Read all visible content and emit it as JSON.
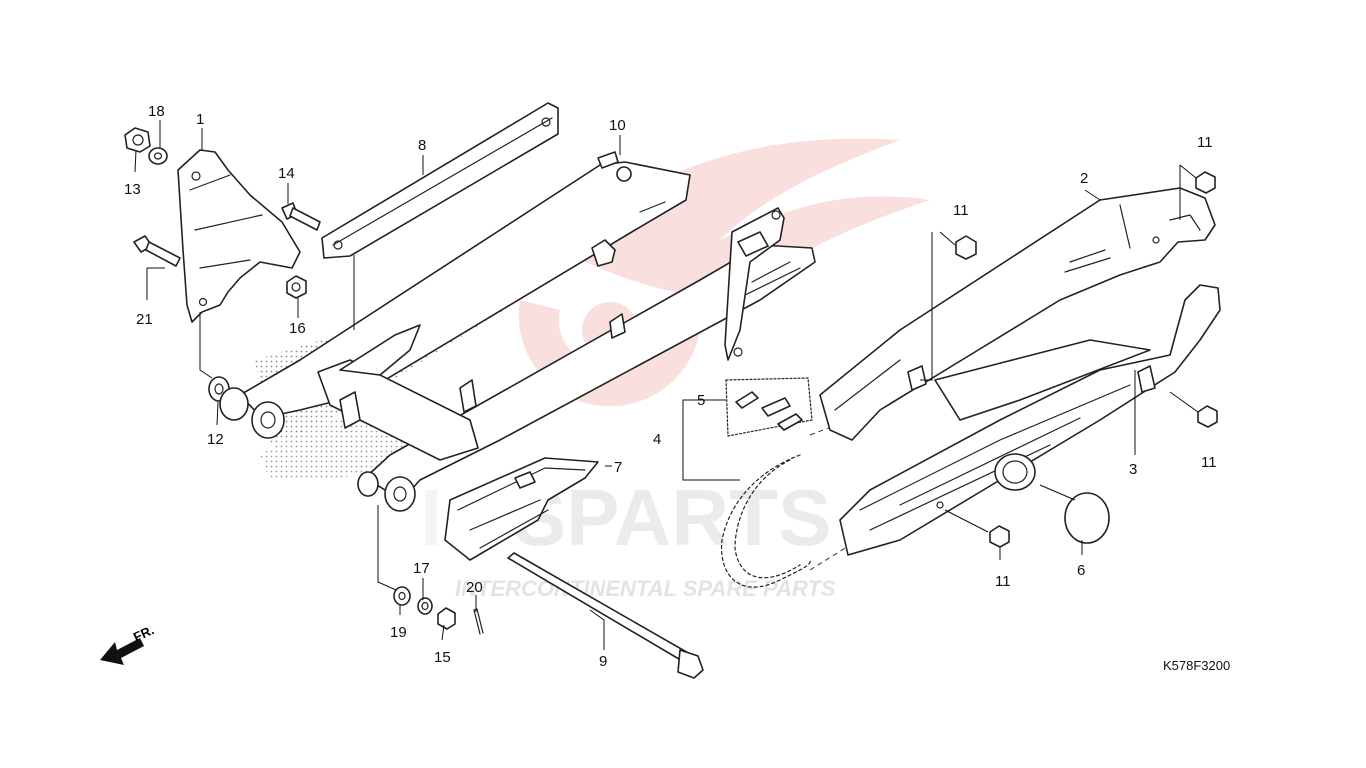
{
  "diagram": {
    "drawing_code": "K578F3200",
    "front_marker": "FR.",
    "watermark": {
      "brand_prefix": "I",
      "brand_main": "CSPARTS",
      "tagline": "INTERCONTINENTAL SPARE PARTS"
    },
    "colors": {
      "line": "#222222",
      "watermark_red": "#e23a3a",
      "watermark_grey": "#c8c8c8"
    },
    "callouts": {
      "p1": "1",
      "p2": "2",
      "p3": "3",
      "p4": "4",
      "p5": "5",
      "p6": "6",
      "p7": "7",
      "p8": "8",
      "p9": "9",
      "p10": "10",
      "p11a": "11",
      "p11b": "11",
      "p11c": "11",
      "p11d": "11",
      "p12": "12",
      "p13": "13",
      "p14": "14",
      "p15": "15",
      "p16": "16",
      "p17": "17",
      "p18": "18",
      "p19": "19",
      "p20": "20",
      "p21": "21"
    }
  }
}
